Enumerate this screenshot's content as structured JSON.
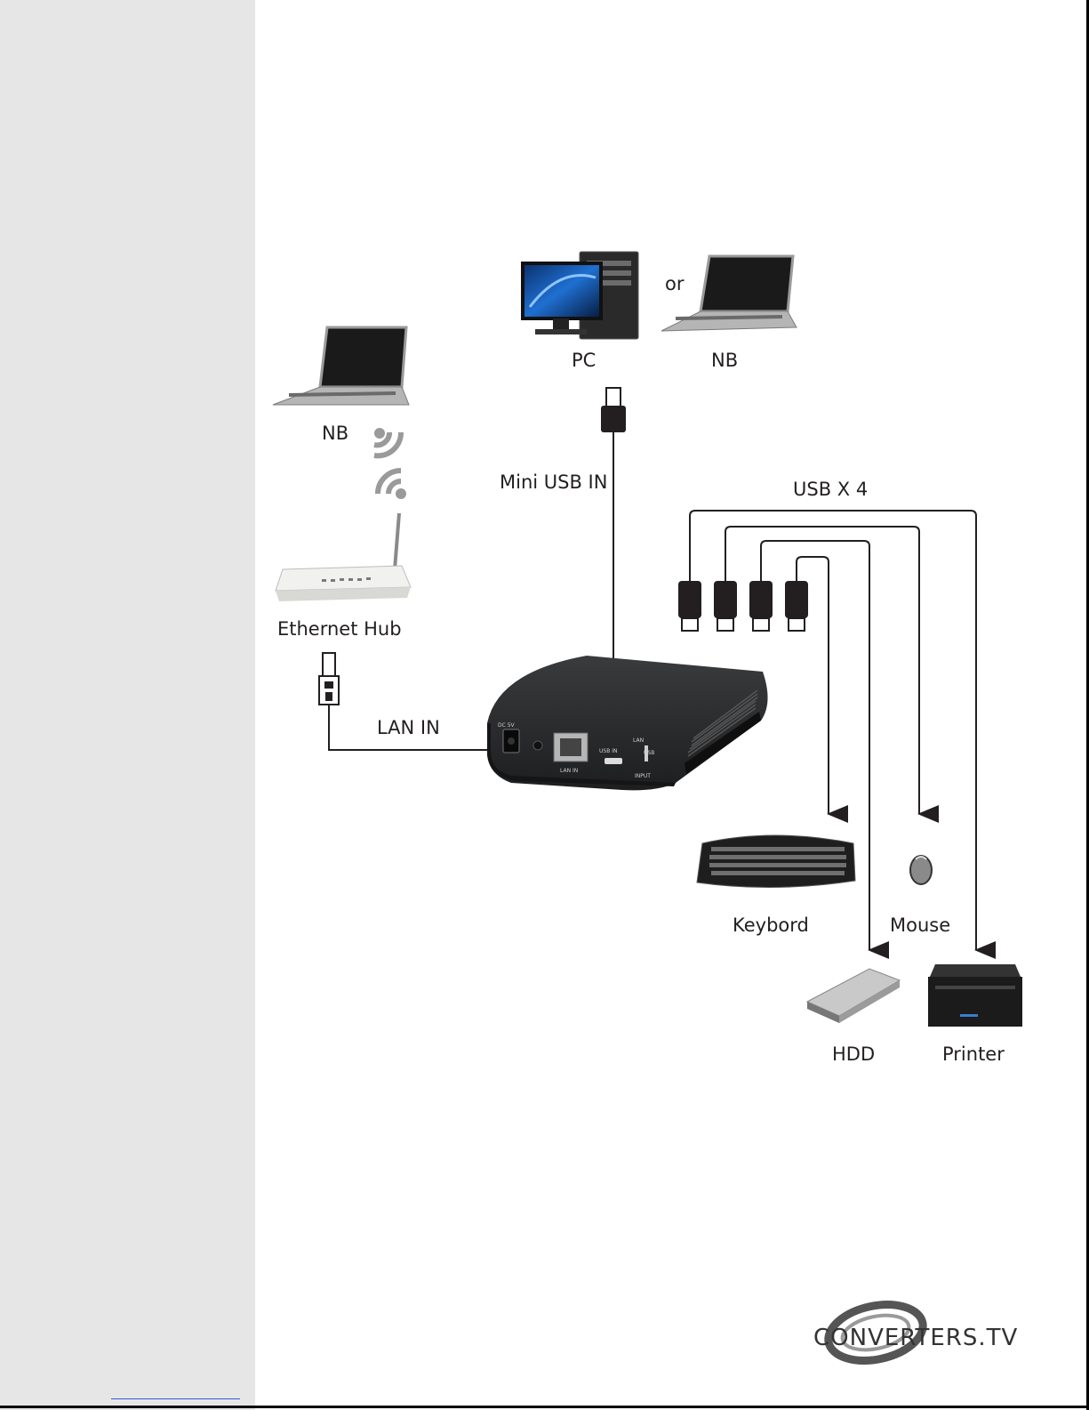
{
  "diagram": {
    "labels": {
      "pc": "PC",
      "or": "or",
      "nb_top": "NB",
      "nb_left": "NB",
      "mini_usb_in": "Mini USB IN",
      "usb_x4": "USB X 4",
      "ethernet_hub": "Ethernet Hub",
      "lan_in": "LAN IN",
      "keyboard": "Keybord",
      "mouse": "Mouse",
      "hdd": "HDD",
      "printer": "Printer"
    },
    "device_ports": {
      "dc": "DC 5V",
      "lan_in": "LAN IN",
      "usb_in": "USB IN",
      "lan": "LAN",
      "usb": "USB",
      "input": "INPUT"
    }
  },
  "footer": {
    "logo": "CONVERTERS.TV"
  }
}
